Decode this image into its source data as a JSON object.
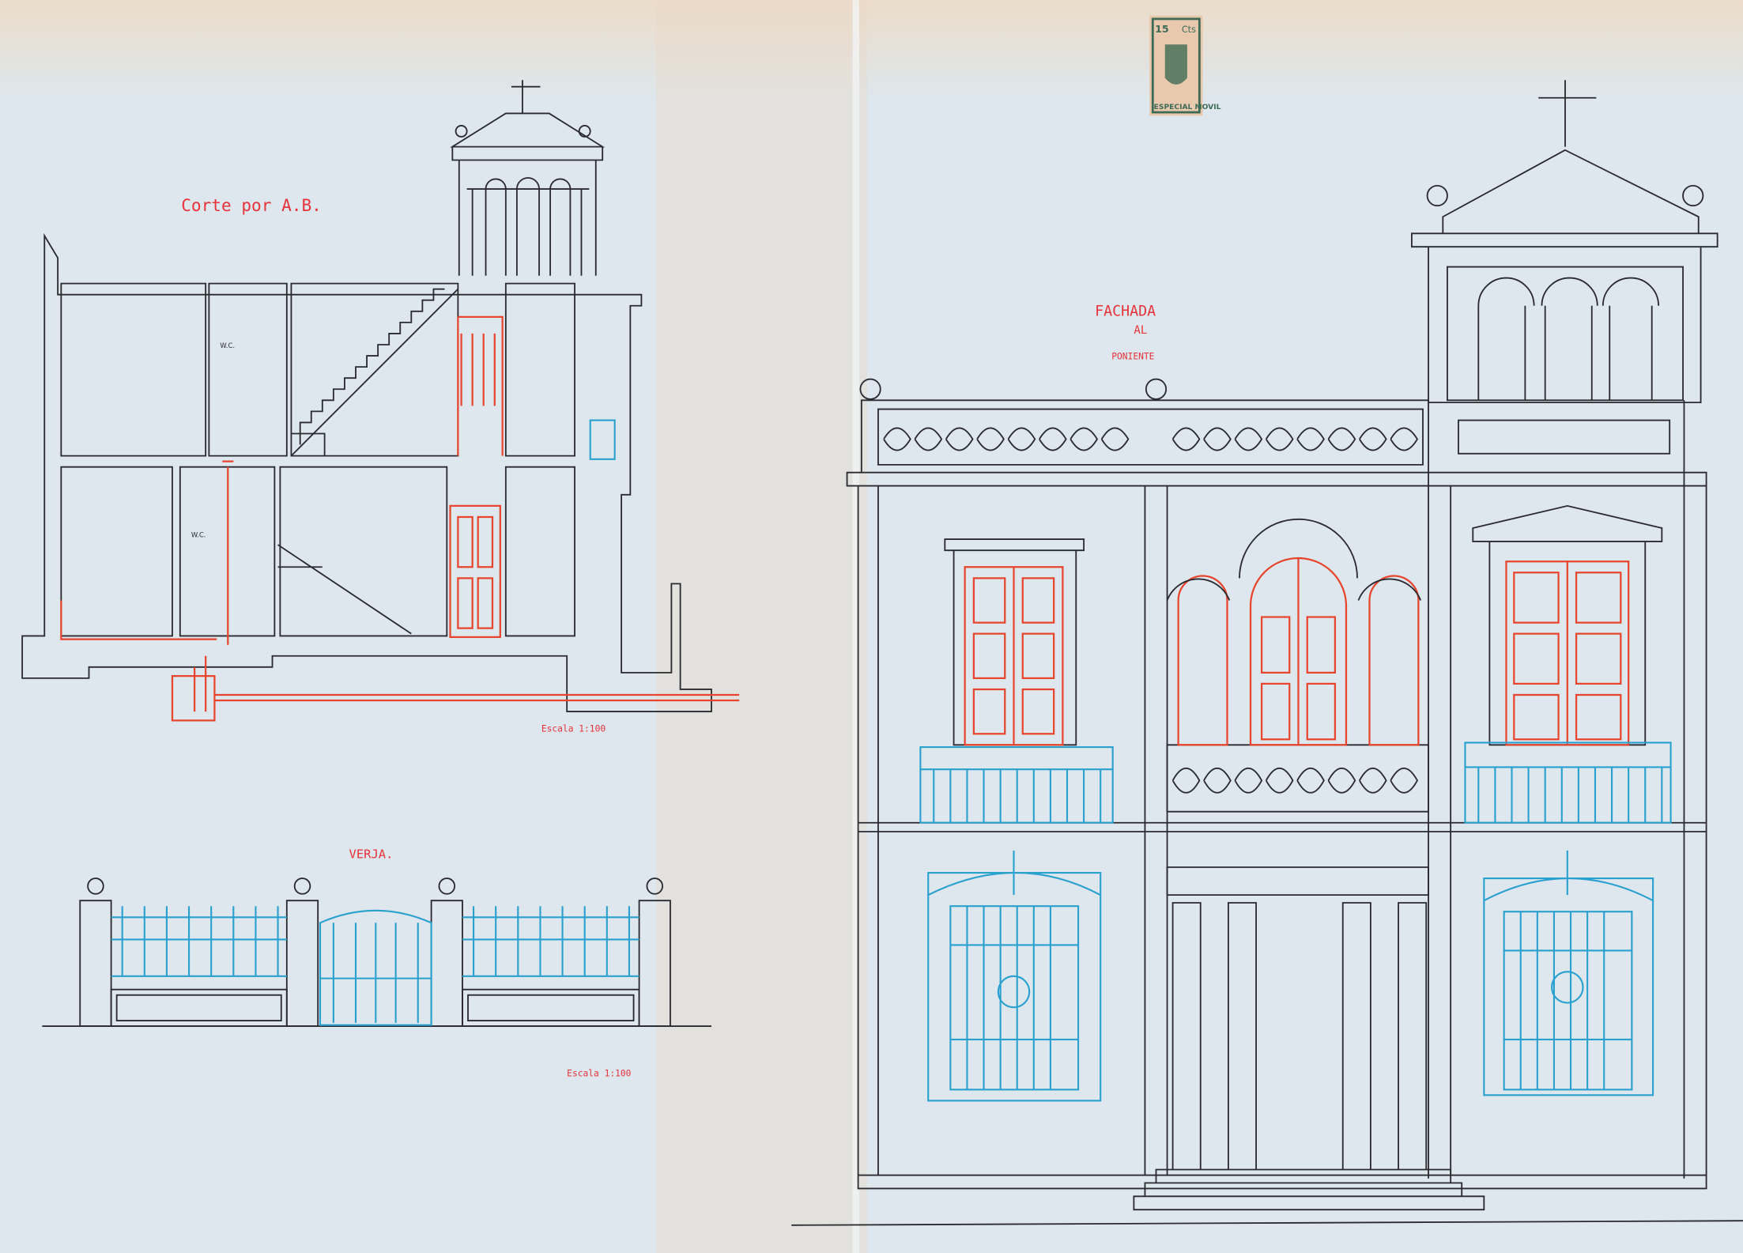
{
  "section": {
    "title": "Corte por A.B.",
    "scale": "Escala 1:100",
    "wc_label": "W.C."
  },
  "fence": {
    "title": "VERJA.",
    "scale": "Escala 1:100"
  },
  "facade": {
    "title": "FACHADA",
    "line2": "AL",
    "line3": "PONIENTE"
  },
  "stamp": {
    "value": "15",
    "unit": "Cts",
    "text": "ESPECIAL MOVIL"
  },
  "colors": {
    "paper": "#dfe8ee",
    "ink": "#2a2a30",
    "red": "#e8452e",
    "blue": "#2aa0cf",
    "stamp": "#3e6b55"
  }
}
